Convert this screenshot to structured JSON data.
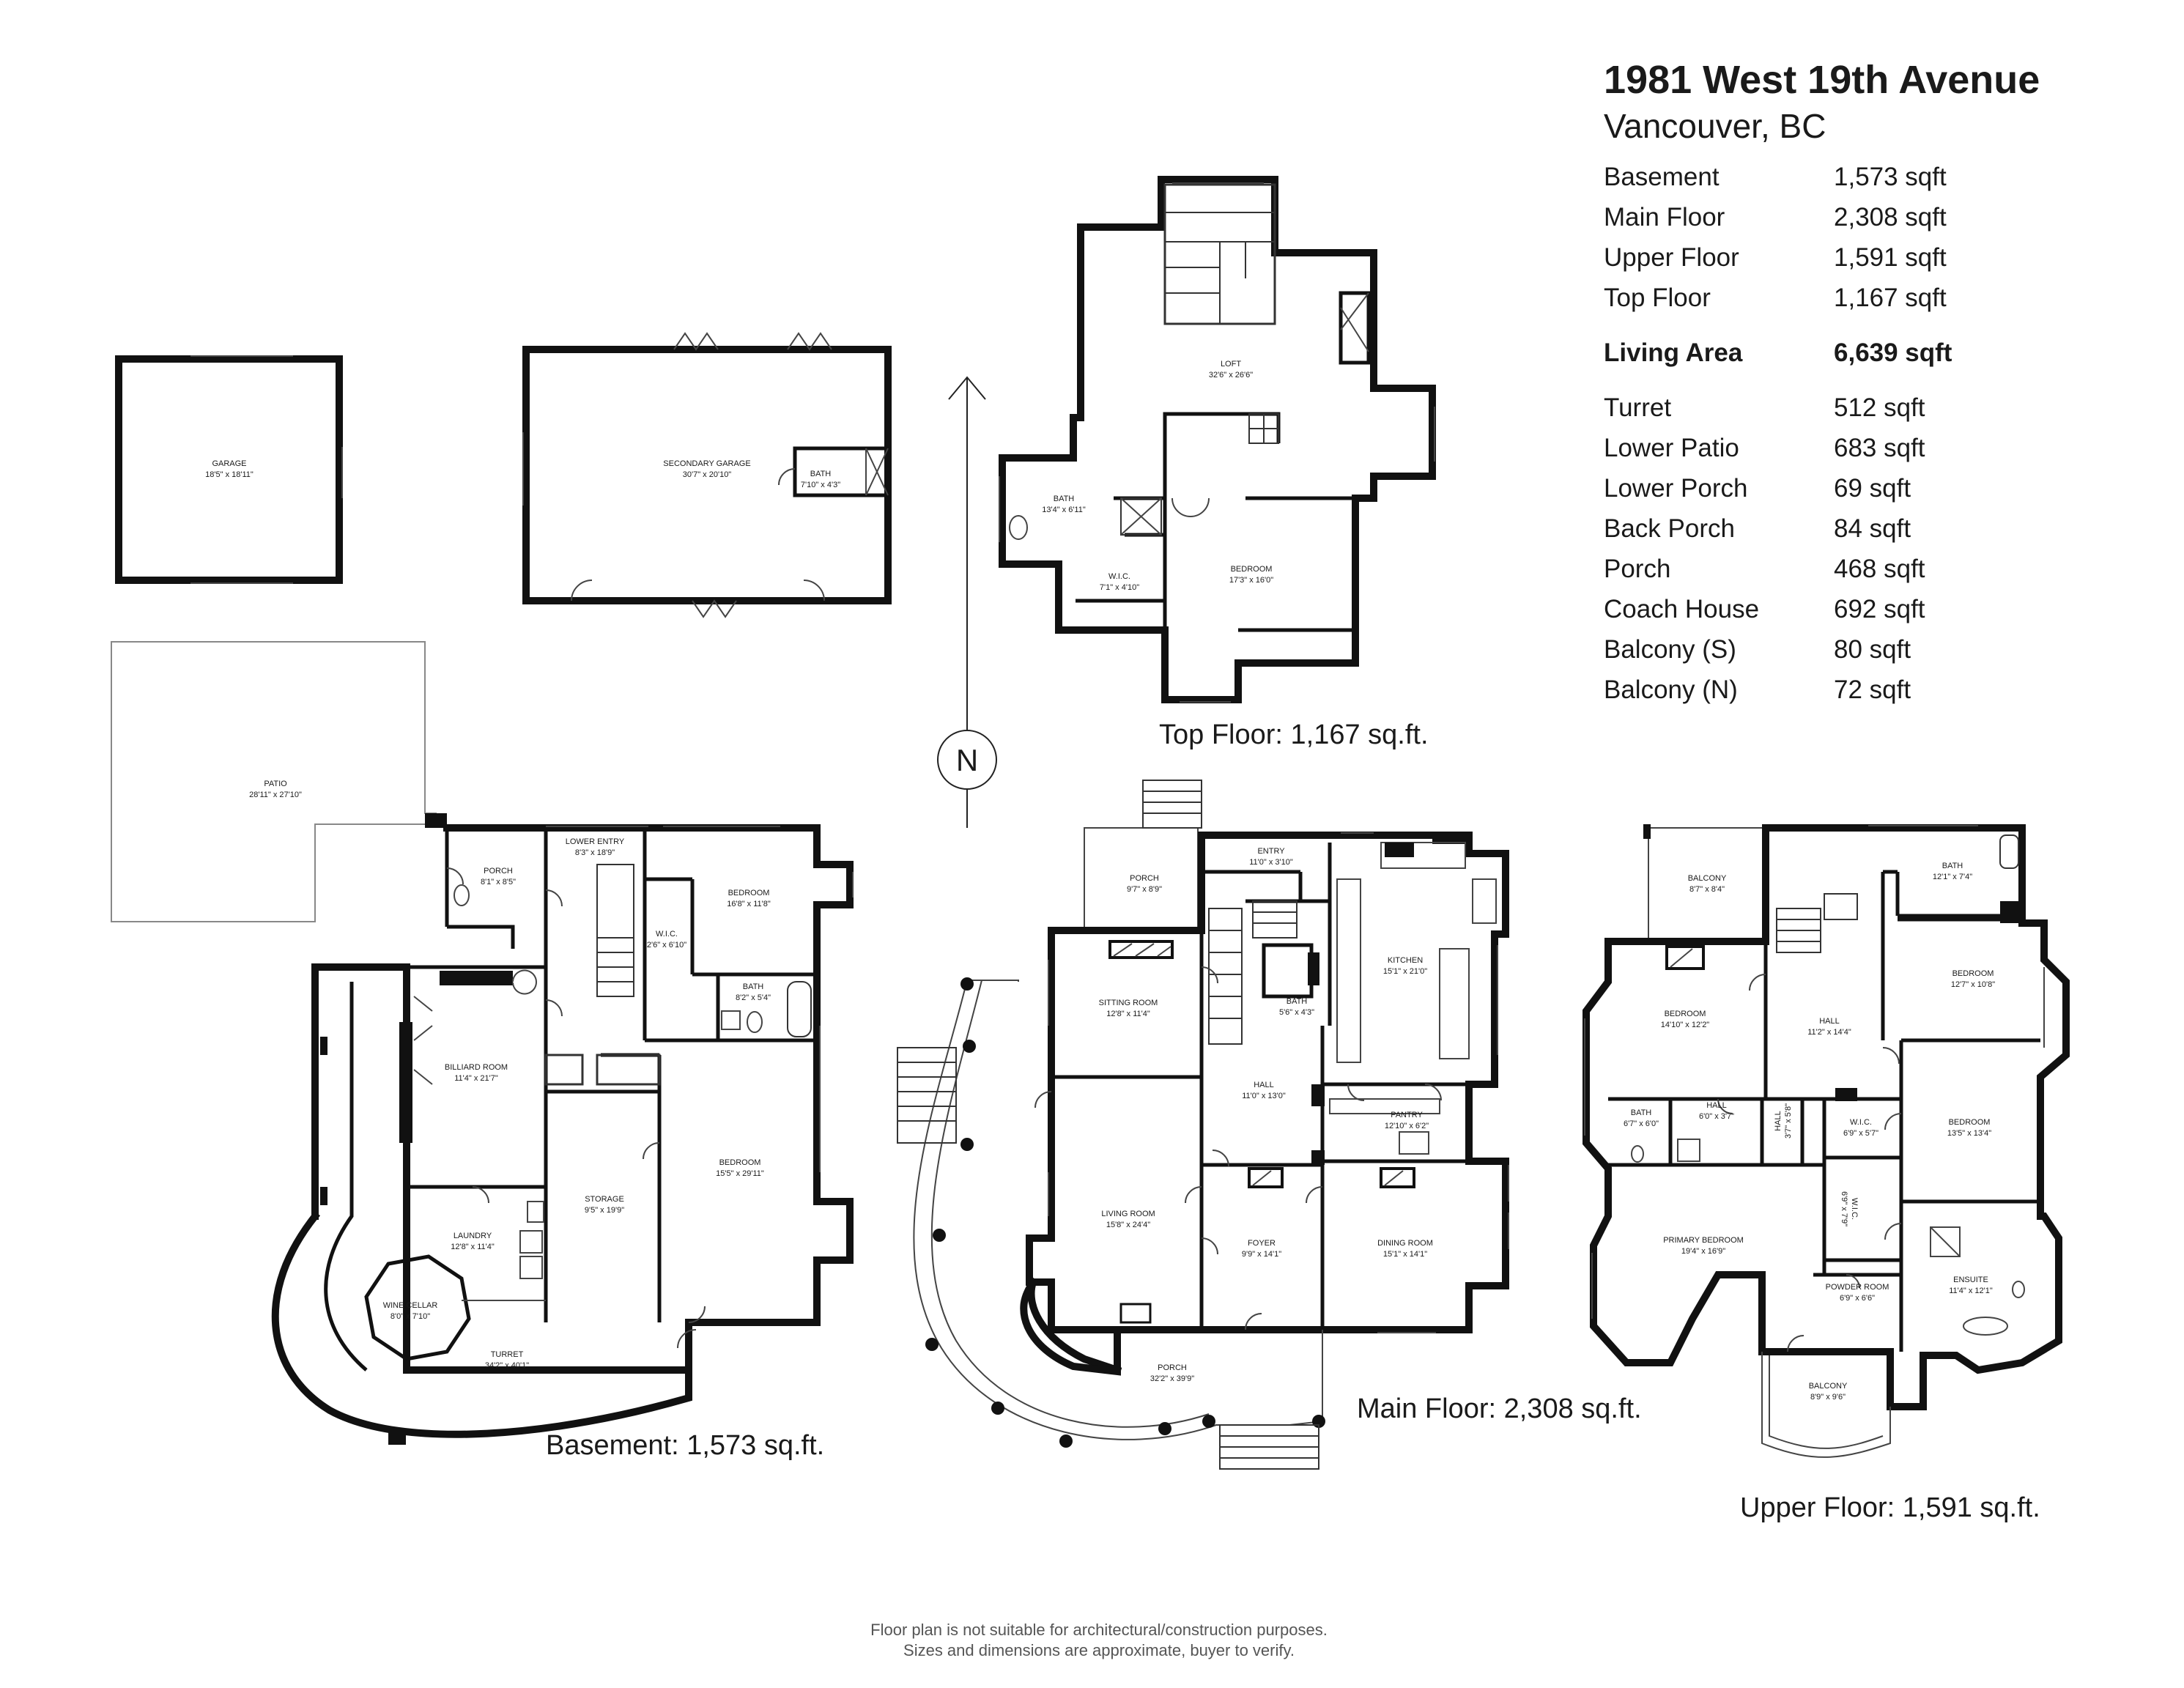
{
  "header": {
    "address": "1981 West 19th Avenue",
    "city": "Vancouver, BC"
  },
  "areas": [
    {
      "name": "Basement",
      "value": "1,573 sqft"
    },
    {
      "name": "Main Floor",
      "value": "2,308 sqft"
    },
    {
      "name": "Upper Floor",
      "value": "1,591 sqft"
    },
    {
      "name": "Top Floor",
      "value": "1,167 sqft"
    },
    {
      "name": "Living Area",
      "value": "6,639 sqft",
      "bold": true
    },
    {
      "name": "Turret",
      "value": "512 sqft"
    },
    {
      "name": "Lower Patio",
      "value": "683 sqft"
    },
    {
      "name": "Lower Porch",
      "value": "69 sqft"
    },
    {
      "name": "Back Porch",
      "value": "84 sqft"
    },
    {
      "name": "Porch",
      "value": "468 sqft"
    },
    {
      "name": "Coach House",
      "value": "692 sqft"
    },
    {
      "name": "Balcony (S)",
      "value": "80 sqft"
    },
    {
      "name": "Balcony (N)",
      "value": "72 sqft"
    }
  ],
  "floors": {
    "top": "Top Floor: 1,167 sq.ft.",
    "main": "Main Floor: 2,308 sq.ft.",
    "basement": "Basement: 1,573 sq.ft.",
    "upper": "Upper Floor: 1,591 sq.ft."
  },
  "compass": {
    "letter": "N",
    "icon": "north-arrow-icon"
  },
  "rooms": {
    "garage": {
      "name": "GARAGE",
      "dim": "18'5\" x 18'11\""
    },
    "secondary_garage": {
      "name": "SECONDARY GARAGE",
      "dim": "30'7\" x 20'10\""
    },
    "garage_bath": {
      "name": "BATH",
      "dim": "7'10\" x 4'3\""
    },
    "loft": {
      "name": "LOFT",
      "dim": "32'6\" x 26'6\""
    },
    "top_bath": {
      "name": "BATH",
      "dim": "13'4\" x 6'11\""
    },
    "top_wic": {
      "name": "W.I.C.",
      "dim": "7'1\" x 4'10\""
    },
    "top_bedroom": {
      "name": "BEDROOM",
      "dim": "17'3\" x 16'0\""
    },
    "patio": {
      "name": "PATIO",
      "dim": "28'11\" x 27'10\""
    },
    "b_porch": {
      "name": "PORCH",
      "dim": "8'1\" x 8'5\""
    },
    "lower_entry": {
      "name": "LOWER ENTRY",
      "dim": "8'3\" x 18'9\""
    },
    "b_bedroom1": {
      "name": "BEDROOM",
      "dim": "16'8\" x 11'8\""
    },
    "b_wic": {
      "name": "W.I.C.",
      "dim": "2'6\" x 6'10\""
    },
    "b_bath": {
      "name": "BATH",
      "dim": "8'2\" x 5'4\""
    },
    "billiard": {
      "name": "BILLIARD ROOM",
      "dim": "11'4\" x 21'7\""
    },
    "b_bedroom2": {
      "name": "BEDROOM",
      "dim": "15'5\" x 29'11\""
    },
    "storage": {
      "name": "STORAGE",
      "dim": "9'5\" x 19'9\""
    },
    "laundry": {
      "name": "LAUNDRY",
      "dim": "12'8\" x 11'4\""
    },
    "wine": {
      "name": "WINE CELLAR",
      "dim": "8'0\" x 7'10\""
    },
    "turret": {
      "name": "TURRET",
      "dim": "34'2\" x 40'1\""
    },
    "m_porch_back": {
      "name": "PORCH",
      "dim": "9'7\" x 8'9\""
    },
    "entry": {
      "name": "ENTRY",
      "dim": "11'0\" x 3'10\""
    },
    "kitchen": {
      "name": "KITCHEN",
      "dim": "15'1\" x 21'0\""
    },
    "sitting": {
      "name": "SITTING ROOM",
      "dim": "12'8\" x 11'4\""
    },
    "m_bath": {
      "name": "BATH",
      "dim": "5'6\" x 4'3\""
    },
    "m_hall": {
      "name": "HALL",
      "dim": "11'0\" x 13'0\""
    },
    "pantry": {
      "name": "PANTRY",
      "dim": "12'10\" x 6'2\""
    },
    "living": {
      "name": "LIVING ROOM",
      "dim": "15'8\" x 24'4\""
    },
    "foyer": {
      "name": "FOYER",
      "dim": "9'9\" x 14'1\""
    },
    "dining": {
      "name": "DINING ROOM",
      "dim": "15'1\" x 14'1\""
    },
    "m_porch_front": {
      "name": "PORCH",
      "dim": "32'2\" x 39'9\""
    },
    "balcony_n": {
      "name": "BALCONY",
      "dim": "8'7\" x 8'4\""
    },
    "u_bath1": {
      "name": "BATH",
      "dim": "12'1\" x 7'4\""
    },
    "u_bedroom1": {
      "name": "BEDROOM",
      "dim": "14'10\" x 12'2\""
    },
    "u_hall": {
      "name": "HALL",
      "dim": "11'2\" x 14'4\""
    },
    "u_bedroom2": {
      "name": "BEDROOM",
      "dim": "12'7\" x 10'8\""
    },
    "u_bath2": {
      "name": "BATH",
      "dim": "6'7\" x 6'0\""
    },
    "u_hall2": {
      "name": "HALL",
      "dim": "6'0\" x 3'7\""
    },
    "u_hall3": {
      "name": "HALL",
      "dim": "3'7\" x 5'8\""
    },
    "u_wic1": {
      "name": "W.I.C.",
      "dim": "6'9\" x 5'7\""
    },
    "u_bedroom3": {
      "name": "BEDROOM",
      "dim": "13'5\" x 13'4\""
    },
    "u_wic2": {
      "name": "W.I.C.",
      "dim": "6'9\" x 7'9\""
    },
    "primary": {
      "name": "PRIMARY BEDROOM",
      "dim": "19'4\" x 16'9\""
    },
    "powder": {
      "name": "POWDER ROOM",
      "dim": "6'9\" x 6'6\""
    },
    "ensuite": {
      "name": "ENSUITE",
      "dim": "11'4\" x 12'1\""
    },
    "balcony_s": {
      "name": "BALCONY",
      "dim": "8'9\" x 9'6\""
    }
  },
  "disclaimer": {
    "line1": "Floor plan is not suitable for architectural/construction purposes.",
    "line2": "Sizes and dimensions are approximate, buyer to verify."
  }
}
